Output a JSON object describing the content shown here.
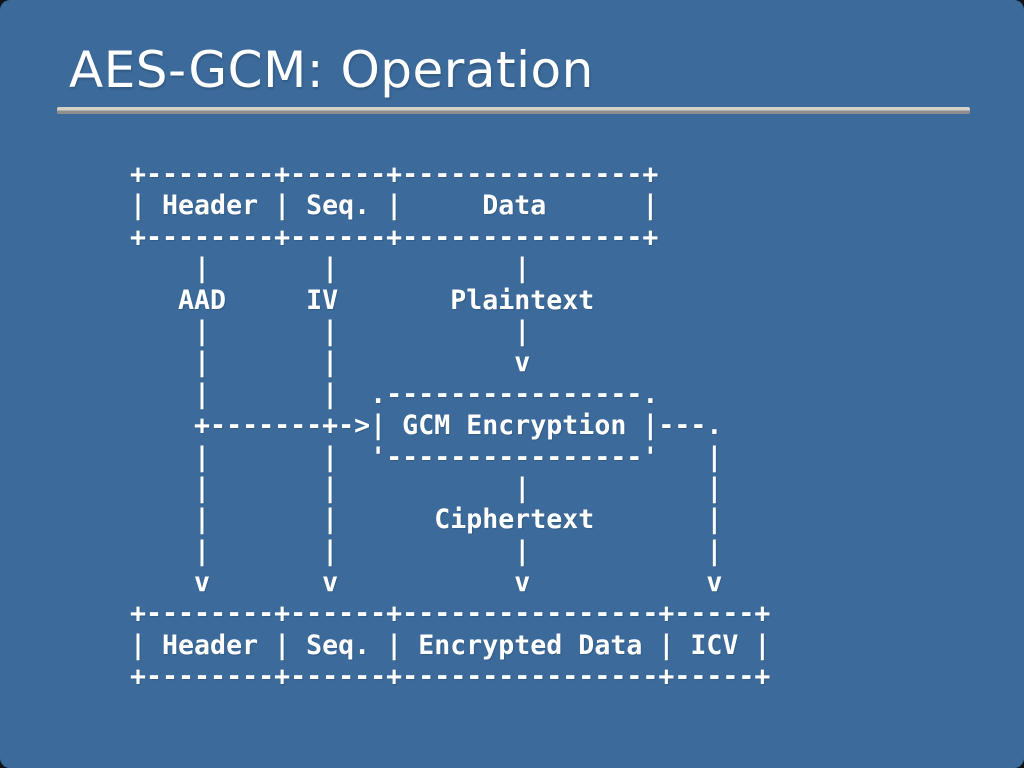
{
  "slide": {
    "title": "AES-GCM: Operation",
    "colors": {
      "background": "#3c6b9b",
      "text": "#ffffff",
      "rule_top": "#d4d1c8",
      "rule_bottom": "#8e8e8c"
    }
  },
  "diagram": {
    "type": "ascii-flow-diagram",
    "input_packet_fields": [
      "Header",
      "Seq.",
      "Data"
    ],
    "gcm_inputs": [
      "AAD",
      "IV",
      "Plaintext"
    ],
    "process": "GCM Encryption",
    "gcm_output": "Ciphertext",
    "output_packet_fields": [
      "Header",
      "Seq.",
      "Encrypted Data",
      "ICV"
    ],
    "lines": [
      "+--------+------+---------------+",
      "| Header | Seq. |     Data      |",
      "+--------+------+---------------+",
      "    |       |           |",
      "   AAD     IV       Plaintext",
      "    |       |           |",
      "    |       |           v",
      "    |       |  .----------------.",
      "    +-------+->| GCM Encryption |---.",
      "    |       |  '----------------'   |",
      "    |       |           |           |",
      "    |       |      Ciphertext       |",
      "    |       |           |           |",
      "    v       v           v           v",
      "+--------+------+----------------+-----+",
      "| Header | Seq. | Encrypted Data | ICV |",
      "+--------+------+----------------+-----+"
    ]
  }
}
